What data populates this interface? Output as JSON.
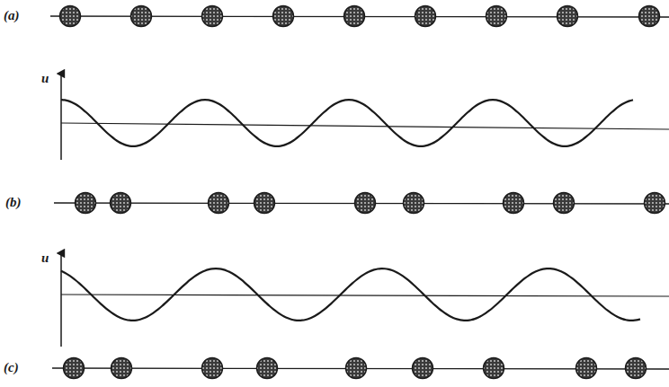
{
  "diagram": {
    "labels": [
      "(a)",
      "u",
      "(b)",
      "u",
      "(c)"
    ]
  }
}
